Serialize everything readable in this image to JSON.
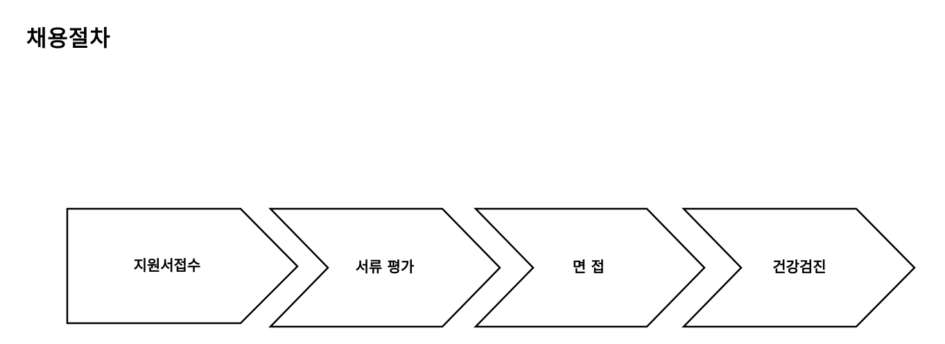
{
  "title": "채용절차",
  "steps": [
    {
      "label": "지원서접수"
    },
    {
      "label": "서류 평가"
    },
    {
      "label": "면 접"
    },
    {
      "label": "건강검진"
    }
  ]
}
